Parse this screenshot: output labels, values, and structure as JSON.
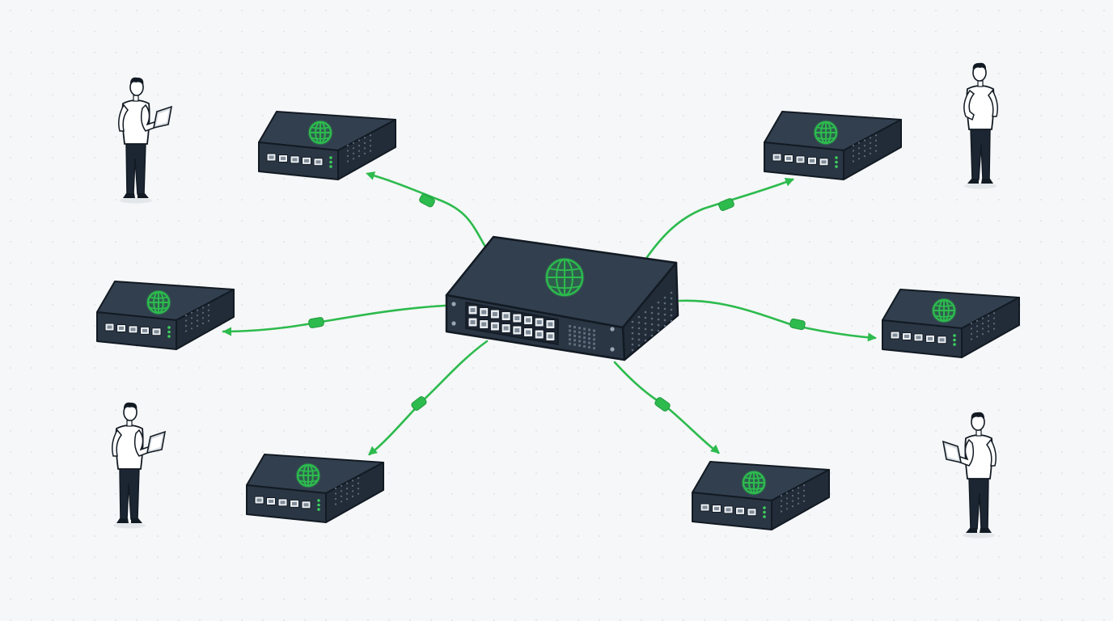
{
  "colors": {
    "background": "#f6f7f8",
    "dot_grid": "#e3e6e9",
    "device_body": "#2a3644",
    "device_top": "#323f4e",
    "device_side": "#222c38",
    "outline": "#121a23",
    "port": "#e9edf1",
    "accent_green": "#2dbb4e",
    "led_green": "#3ccf5c",
    "shirt": "#ffffff",
    "pants": "#1c2633",
    "skin": "#ffffff"
  },
  "icons": {
    "hub_emblem": "globe-icon",
    "device_emblem": "globe-icon",
    "link_marker": "data-packet-icon",
    "link_end": "arrow-head-icon"
  },
  "diagram": {
    "hub": {
      "name": "central-network-switch",
      "ports": 16
    },
    "devices": [
      {
        "name": "device-top-left",
        "ports": 5
      },
      {
        "name": "device-top-right",
        "ports": 5
      },
      {
        "name": "device-mid-left",
        "ports": 5
      },
      {
        "name": "device-mid-right",
        "ports": 5
      },
      {
        "name": "device-bottom-left",
        "ports": 5
      },
      {
        "name": "device-bottom-right",
        "ports": 5
      }
    ],
    "people": [
      {
        "name": "person-top-left",
        "holding_tablet": true
      },
      {
        "name": "person-top-right",
        "holding_tablet": false
      },
      {
        "name": "person-bottom-left",
        "holding_tablet": true
      },
      {
        "name": "person-bottom-right",
        "holding_tablet": true
      }
    ]
  }
}
